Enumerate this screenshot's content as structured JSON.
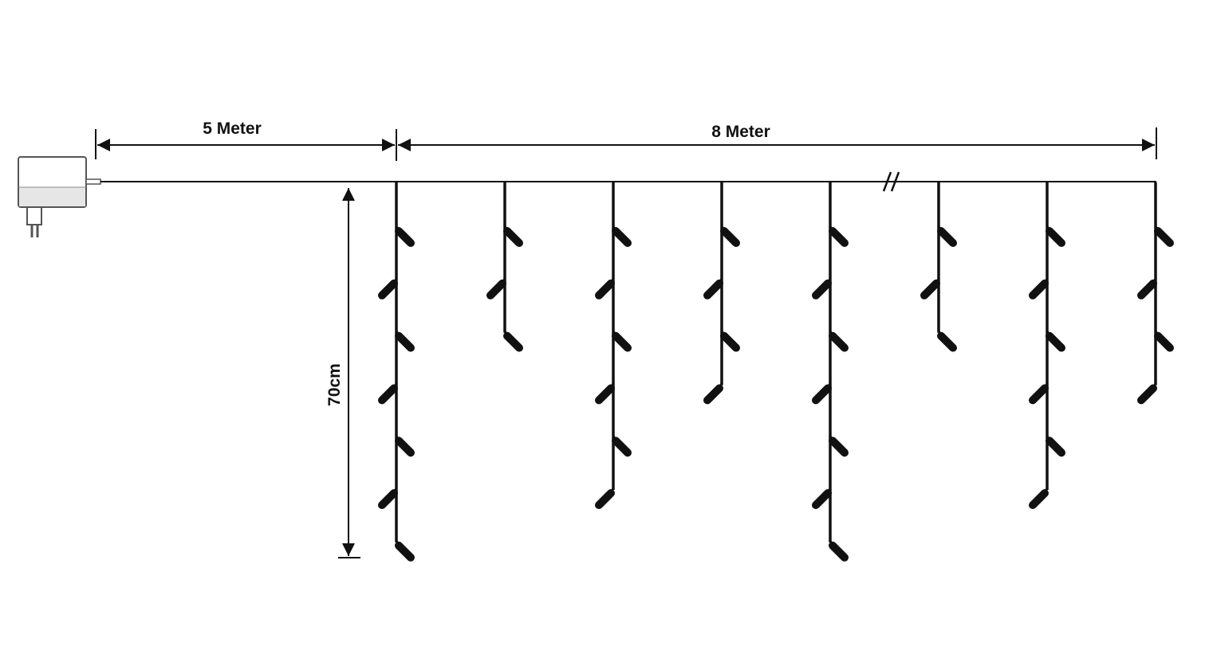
{
  "labels": {
    "supply_length": "5 Meter",
    "curtain_length": "8 Meter",
    "drop_height": "70cm",
    "break_mark": "//"
  },
  "colors": {
    "line": "#111111",
    "adapter_body": "#ffffff",
    "adapter_band": "#e6e6e6",
    "adapter_outline": "#555555"
  },
  "icons": {
    "adapter": "power-adapter-icon",
    "bulb": "led-bulb-icon"
  },
  "strands": [
    {
      "bulbs": [
        "right",
        "left",
        "right",
        "left",
        "right",
        "left",
        "right"
      ]
    },
    {
      "bulbs": [
        "right",
        "left",
        "right"
      ]
    },
    {
      "bulbs": [
        "right",
        "left",
        "right",
        "left",
        "right",
        "left"
      ]
    },
    {
      "bulbs": [
        "right",
        "left",
        "right",
        "left"
      ]
    },
    {
      "bulbs": [
        "right",
        "left",
        "right",
        "left",
        "right",
        "left",
        "right"
      ]
    },
    {
      "bulbs": [
        "right",
        "left",
        "right"
      ]
    },
    {
      "bulbs": [
        "right",
        "left",
        "right",
        "left",
        "right",
        "left"
      ]
    },
    {
      "bulbs": [
        "right",
        "left",
        "right",
        "left"
      ]
    }
  ]
}
